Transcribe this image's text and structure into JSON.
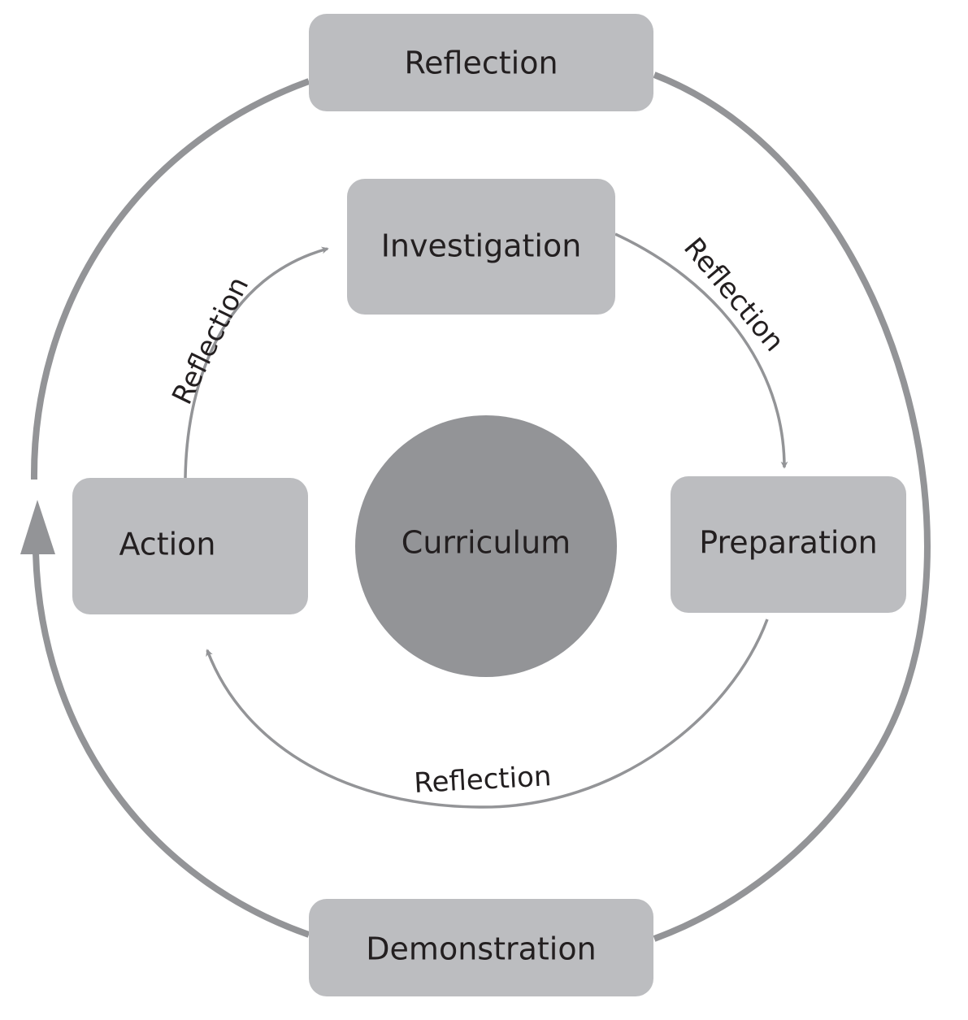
{
  "nodes": {
    "outer_top": "Reflection",
    "outer_bottom": "Demonstration",
    "investigation": "Investigation",
    "preparation": "Preparation",
    "action": "Action",
    "center": "Curriculum"
  },
  "arc_labels": {
    "investigation_to_preparation": "Reflection",
    "preparation_to_action": "Reflection",
    "action_to_investigation": "Reflection"
  },
  "colors": {
    "box_fill": "#bcbdc0",
    "center_fill": "#939497",
    "outer_ring": "#939497",
    "inner_arrows": "#939497",
    "text": "#231f20"
  }
}
